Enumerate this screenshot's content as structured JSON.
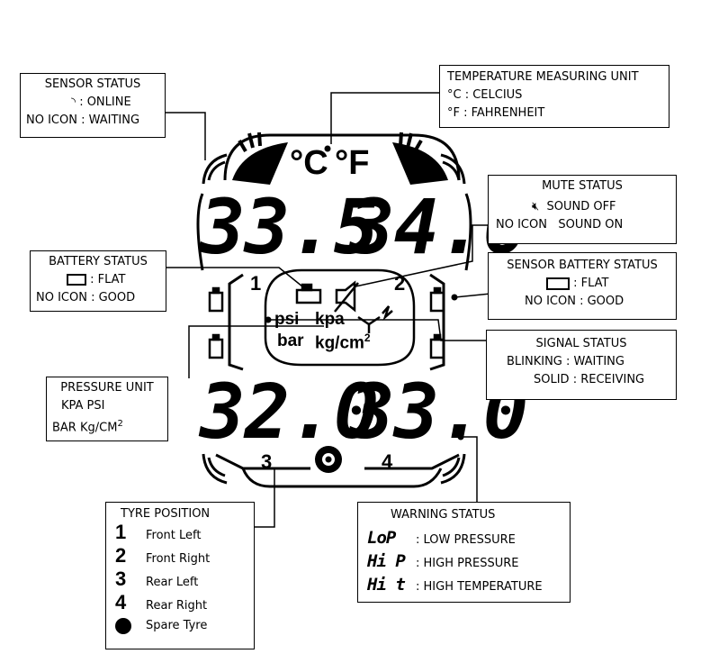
{
  "display": {
    "temp_celsius_symbol": "°C",
    "temp_fahrenheit_symbol": "°F",
    "readings": [
      "33.5",
      "34.0",
      "32.0",
      "33.0"
    ],
    "positions": [
      "1",
      "2",
      "3",
      "4"
    ],
    "units": {
      "psi": "psi",
      "kpa": "kpa",
      "bar": "bar",
      "kgcm": "kg/cm",
      "sq": "2"
    }
  },
  "sensor_status": {
    "title": "SENSOR STATUS",
    "online": ": ONLINE",
    "no_icon": "NO ICON : WAITING"
  },
  "temp_unit": {
    "title": "TEMPERATURE MEASURING UNIT",
    "c": "°C : CELCIUS",
    "f": "°F : FAHRENHEIT"
  },
  "mute_status": {
    "title": "MUTE STATUS",
    "off": "SOUND  OFF",
    "no_icon": "NO ICON",
    "on": "SOUND ON"
  },
  "battery_status": {
    "title": "BATTERY STATUS",
    "flat": ": FLAT",
    "no_icon": "NO ICON : GOOD"
  },
  "sensor_battery_status": {
    "title": "SENSOR  BATTERY STATUS",
    "flat": ": FLAT",
    "no_icon": "NO ICON : GOOD"
  },
  "signal_status": {
    "title": "SIGNAL  STATUS",
    "blinking": "BLINKING : WAITING",
    "solid": "SOLID : RECEIVING"
  },
  "pressure_unit": {
    "title": "PRESSURE UNIT",
    "line1": "KPA   PSI",
    "line2": "BAR    Kg/CM",
    "sq": "2"
  },
  "tyre_position": {
    "title": "TYRE POSITION",
    "items": [
      {
        "num": "1",
        "label": "Front Left"
      },
      {
        "num": "2",
        "label": "Front Right"
      },
      {
        "num": "3",
        "label": "Rear Left"
      },
      {
        "num": "4",
        "label": "Rear Right"
      },
      {
        "num": "",
        "label": "Spare Tyre"
      }
    ]
  },
  "warning_status": {
    "title": "WARNING STATUS",
    "items": [
      {
        "code": "LoP",
        "label": ": LOW PRESSURE"
      },
      {
        "code": "Hi P",
        "label": ": HIGH PRESSURE"
      },
      {
        "code": "Hi t",
        "label": ": HIGH TEMPERATURE"
      }
    ]
  }
}
